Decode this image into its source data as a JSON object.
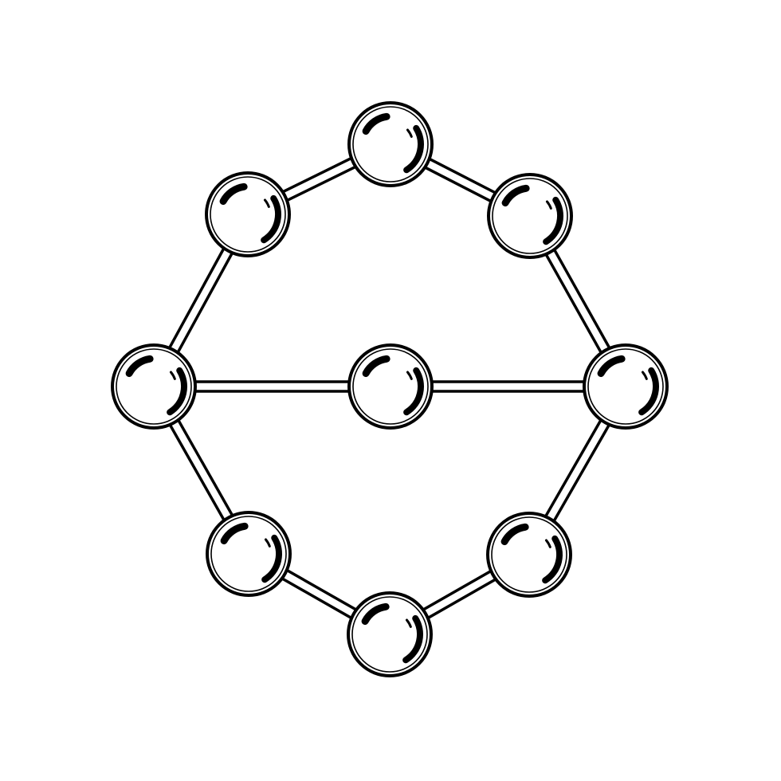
{
  "diagram": {
    "type": "molecule-structure",
    "colors": {
      "background": "#ffffff",
      "stroke": "#000000",
      "fill": "#ffffff"
    },
    "atoms": [
      {
        "id": "atom-top"
      },
      {
        "id": "atom-upper-right"
      },
      {
        "id": "atom-right"
      },
      {
        "id": "atom-lower-right"
      },
      {
        "id": "atom-bottom"
      },
      {
        "id": "atom-lower-left"
      },
      {
        "id": "atom-left"
      },
      {
        "id": "atom-upper-left"
      },
      {
        "id": "atom-center"
      }
    ],
    "bonds": [
      [
        "atom-top",
        "atom-upper-right"
      ],
      [
        "atom-upper-right",
        "atom-right"
      ],
      [
        "atom-right",
        "atom-lower-right"
      ],
      [
        "atom-lower-right",
        "atom-bottom"
      ],
      [
        "atom-bottom",
        "atom-lower-left"
      ],
      [
        "atom-lower-left",
        "atom-left"
      ],
      [
        "atom-left",
        "atom-upper-left"
      ],
      [
        "atom-upper-left",
        "atom-top"
      ],
      [
        "atom-left",
        "atom-center"
      ],
      [
        "atom-center",
        "atom-right"
      ]
    ]
  }
}
